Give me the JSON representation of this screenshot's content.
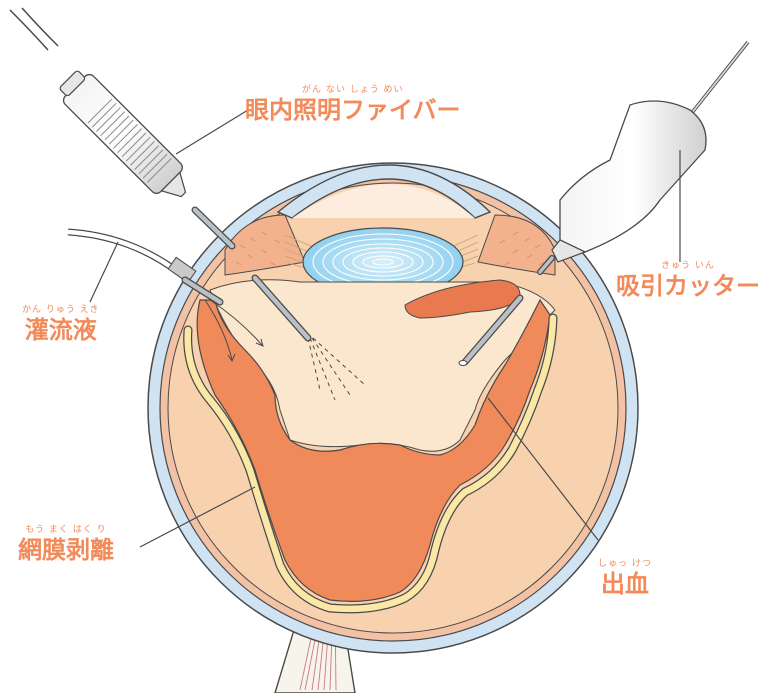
{
  "colors": {
    "label": "#f28a5a",
    "outline": "#4a4a4a",
    "sclera_blue": "#cfe3f3",
    "vitreous": "#f9ddc0",
    "detached_retina": "#f08a5a",
    "hemorrhage": "#e97a4f",
    "retina_band": "#fbe7a6",
    "choroid": "#f3b79a"
  },
  "labels": {
    "illumination": {
      "ruby": "がん ない しょう めい",
      "text": "眼内照明ファイバー"
    },
    "vitrectomy": {
      "ruby": "きゅう いん",
      "text": "吸引カッター"
    },
    "infusion": {
      "ruby": "かん りゅう えき",
      "text": "灌流液"
    },
    "detachment": {
      "ruby": "もう まく はく り",
      "text": "網膜剥離"
    },
    "hemorrhage": {
      "ruby": "しゅっ けつ",
      "text": "出血"
    }
  },
  "icons": {
    "fiber_handpiece": "light-fiber-handpiece",
    "cutter_handpiece": "vitrectomy-cutter-handpiece",
    "infusion_cannula": "infusion-cannula"
  }
}
